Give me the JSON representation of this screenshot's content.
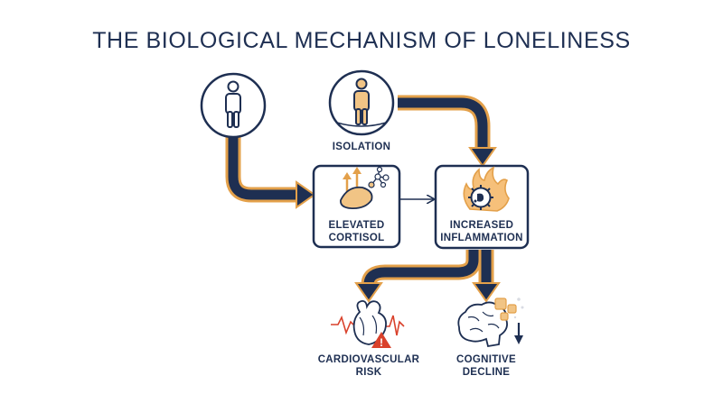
{
  "title": "THE BIOLOGICAL MECHANISM OF LONELINESS",
  "nodes": {
    "person": {
      "label": "",
      "icon": "person-icon"
    },
    "isolation": {
      "label": "ISOLATION",
      "icon": "person-icon"
    },
    "cortisol": {
      "line1": "ELEVATED",
      "line2": "CORTISOL",
      "icon": "adrenal-gland-icon"
    },
    "inflammation": {
      "line1": "INCREASED",
      "line2": "INFLAMMATION",
      "icon": "inflamed-cell-icon"
    },
    "cardio": {
      "line1": "CARDIOVASCULAR",
      "line2": "RISK",
      "icon": "heart-warning-icon"
    },
    "cognitive": {
      "line1": "COGNITIVE",
      "line2": "DECLINE",
      "icon": "brain-decline-icon"
    }
  },
  "colors": {
    "navy": "#1e2f52",
    "orange": "#e3a04a",
    "alert": "#d9412b",
    "tan": "#f1c485"
  }
}
